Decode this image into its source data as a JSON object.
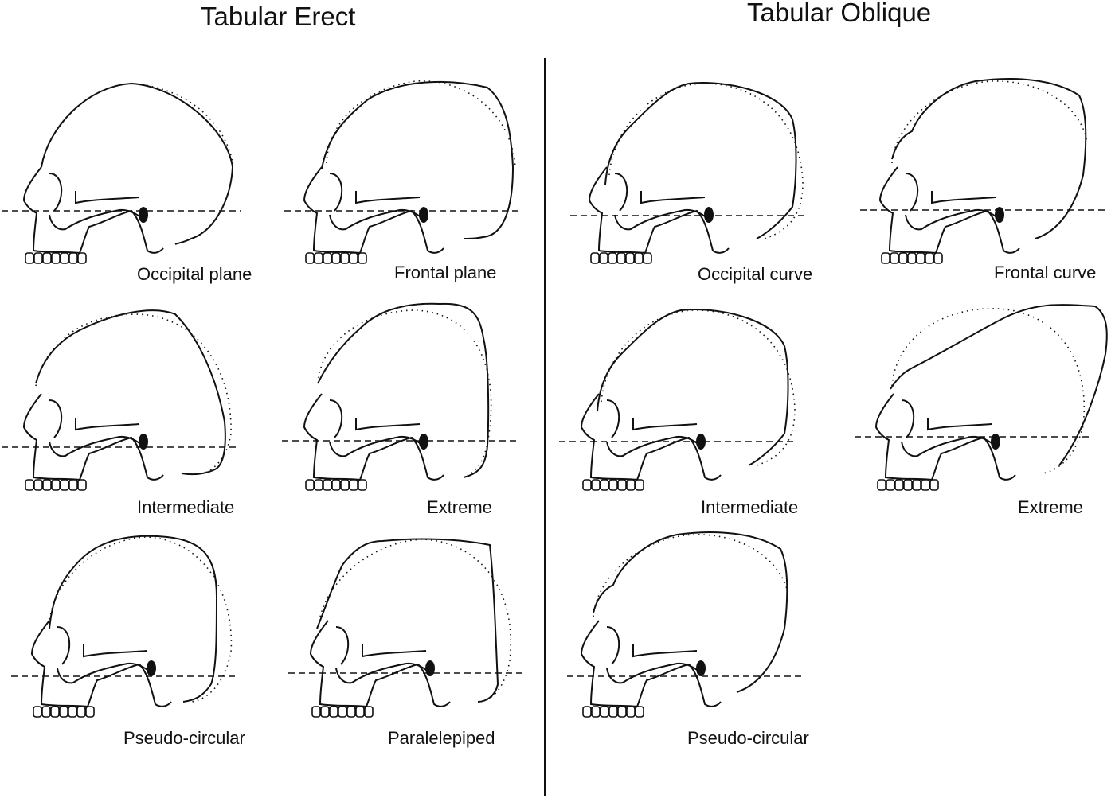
{
  "headings": {
    "erect": "Tabular Erect",
    "oblique": "Tabular Oblique"
  },
  "panels": [
    {
      "label": "Occipital plane",
      "group": "erect",
      "variant": "occipital-plane"
    },
    {
      "label": "Frontal plane",
      "group": "erect",
      "variant": "frontal-plane"
    },
    {
      "label": "Intermediate",
      "group": "erect",
      "variant": "intermediate"
    },
    {
      "label": "Extreme",
      "group": "erect",
      "variant": "extreme"
    },
    {
      "label": "Pseudo-circular",
      "group": "erect",
      "variant": "pseudo-circular"
    },
    {
      "label": "Paralelepiped",
      "group": "erect",
      "variant": "paralelepiped"
    },
    {
      "label": "Occipital curve",
      "group": "oblique",
      "variant": "occipital-curve"
    },
    {
      "label": "Frontal curve",
      "group": "oblique",
      "variant": "frontal-curve"
    },
    {
      "label": "Intermediate",
      "group": "oblique",
      "variant": "intermediate"
    },
    {
      "label": "Extreme",
      "group": "oblique",
      "variant": "extreme"
    },
    {
      "label": "Pseudo-circular",
      "group": "oblique",
      "variant": "pseudo-circular"
    }
  ]
}
